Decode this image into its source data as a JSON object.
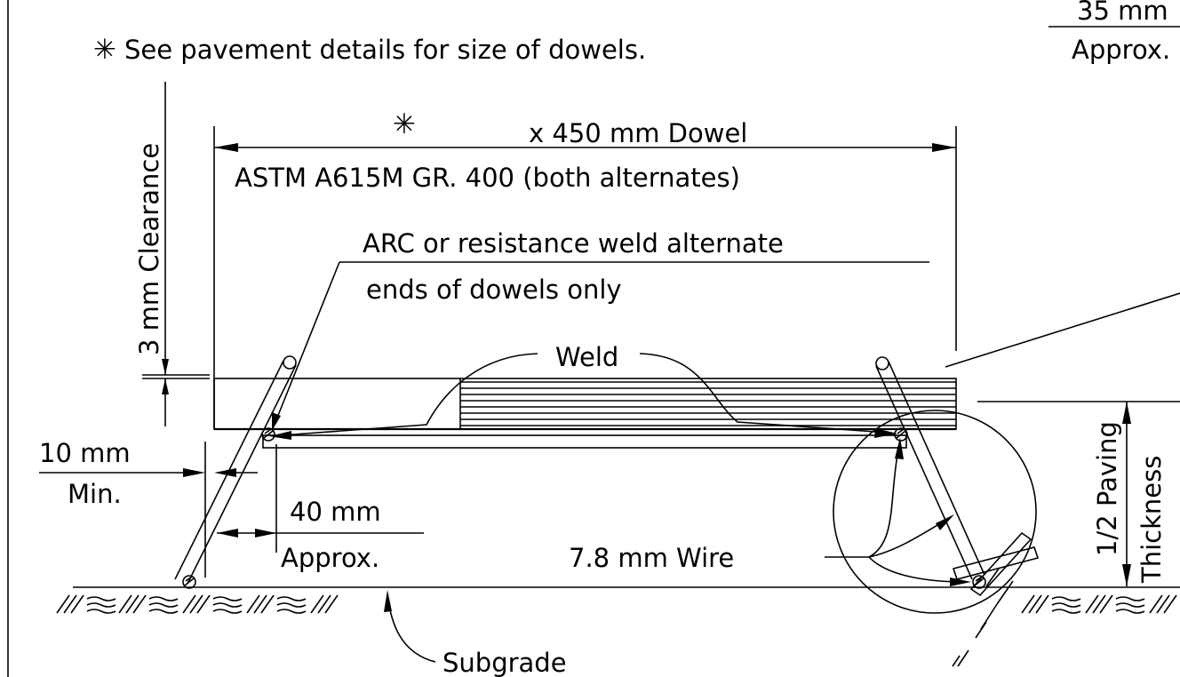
{
  "notes": {
    "dowel_size_note": "See pavement details for size of dowels.",
    "asterisk": "✳"
  },
  "labels": {
    "top_right_dim": "35 mm",
    "top_right_approx": "Approx.",
    "dowel_length": "x 450 mm Dowel",
    "astm_spec": "ASTM A615M GR. 400 (both alternates)",
    "weld_note_line1": "ARC or resistance weld alternate",
    "weld_note_line2": "ends of dowels only",
    "clearance": "3 mm Clearance",
    "weld": "Weld",
    "min_dim": "10 mm",
    "min_label": "Min.",
    "approx_dim": "40 mm",
    "approx_label": "Approx.",
    "wire": "7.8 mm Wire",
    "subgrade": "Subgrade",
    "half_paving": "1/2 Paving",
    "thickness": "Thickness"
  },
  "colors": {
    "line": "#000000",
    "background": "#ffffff"
  }
}
